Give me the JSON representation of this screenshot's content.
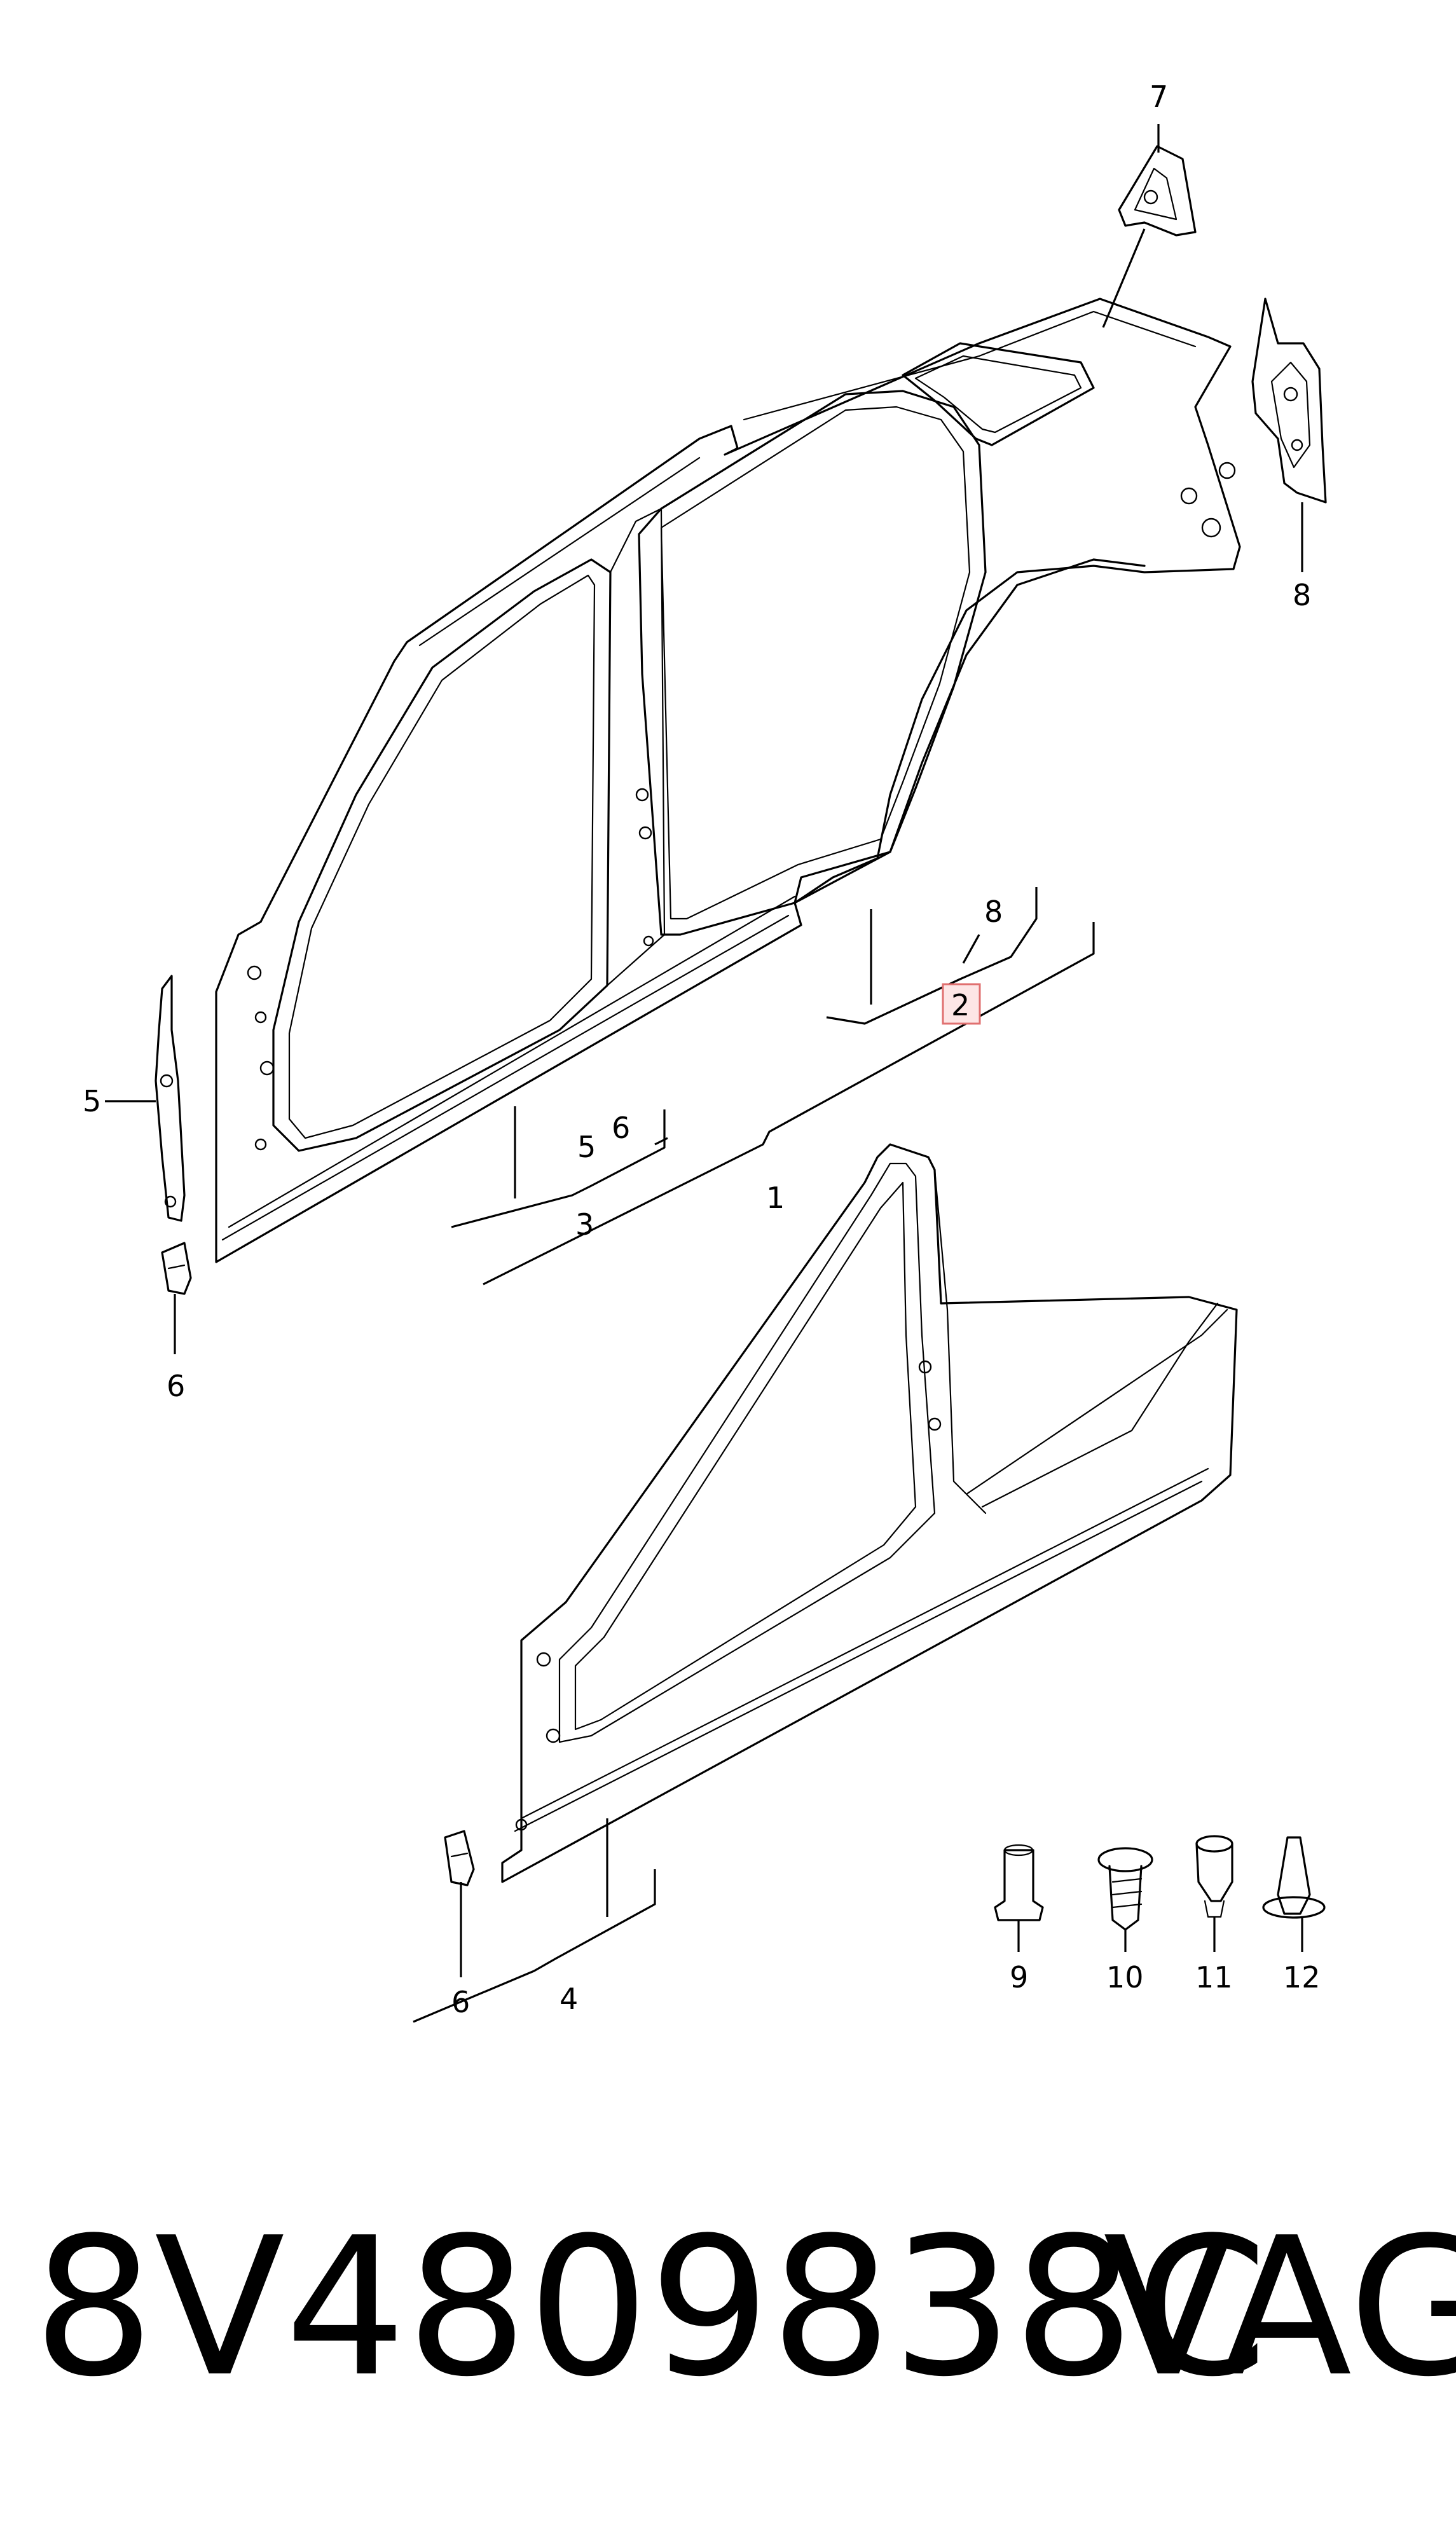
{
  "diagram": {
    "callouts": [
      {
        "id": "c1",
        "label": "1"
      },
      {
        "id": "c2",
        "label": "2",
        "highlighted": true
      },
      {
        "id": "c3",
        "label": "3"
      },
      {
        "id": "c4",
        "label": "4"
      },
      {
        "id": "c5a",
        "label": "5"
      },
      {
        "id": "c5b",
        "label": "5"
      },
      {
        "id": "c6a",
        "label": "6"
      },
      {
        "id": "c6b",
        "label": "6"
      },
      {
        "id": "c6c",
        "label": "6"
      },
      {
        "id": "c7",
        "label": "7"
      },
      {
        "id": "c8a",
        "label": "8"
      },
      {
        "id": "c8b",
        "label": "8"
      },
      {
        "id": "c9",
        "label": "9"
      },
      {
        "id": "c10",
        "label": "10"
      },
      {
        "id": "c11",
        "label": "11"
      },
      {
        "id": "c12",
        "label": "12"
      }
    ],
    "highlight_color": "#e07070"
  },
  "footer": {
    "part_number": "8V4809838C",
    "brand": "VAG"
  }
}
